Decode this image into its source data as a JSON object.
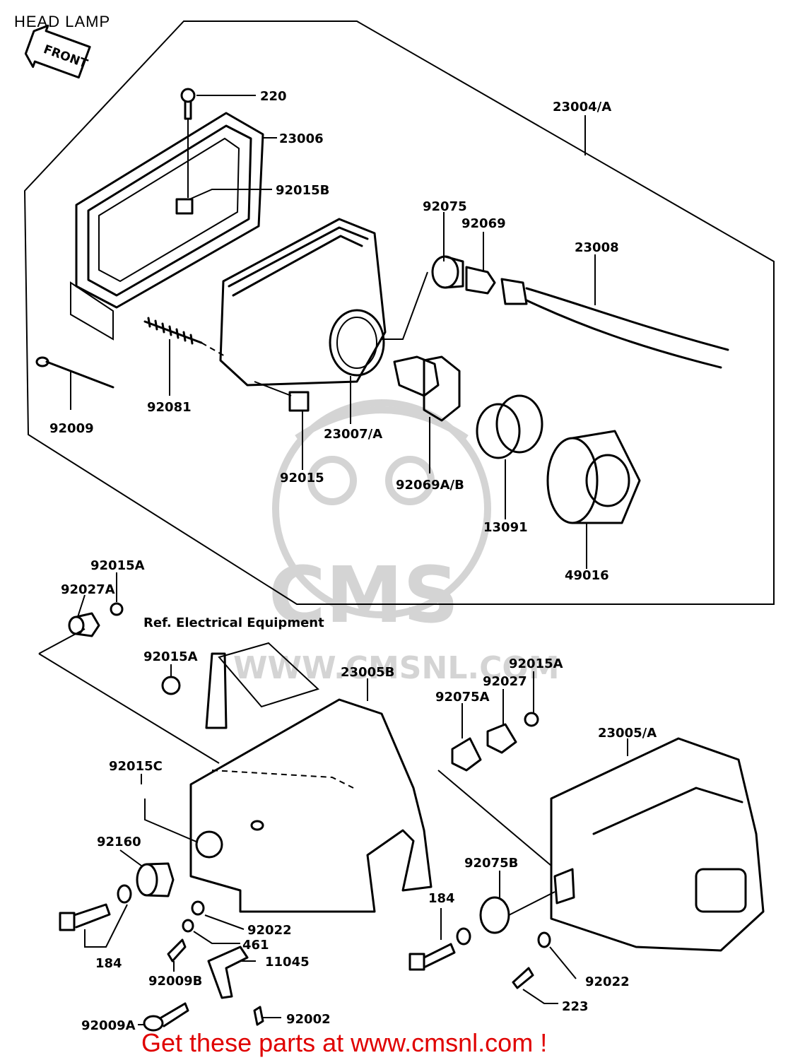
{
  "title": "HEAD LAMP",
  "front_arrow": "FRONT",
  "watermark": {
    "logo": "CMS",
    "url": "WWW.CMSNL.COM"
  },
  "reference_note": "Ref. Electrical Equipment",
  "footer": "Get these parts at www.cmsnl.com !",
  "part_labels": {
    "p220": "220",
    "p23006": "23006",
    "p92015B": "92015B",
    "p23004A": "23004/A",
    "p92075": "92075",
    "p92069": "92069",
    "p23008": "23008",
    "p92009": "92009",
    "p92081": "92081",
    "p23007A": "23007/A",
    "p92015": "92015",
    "p92069AB": "92069A/B",
    "p13091": "13091",
    "p49016": "49016",
    "p92015A_1": "92015A",
    "p92027A": "92027A",
    "p92015A_2": "92015A",
    "p23005B": "23005B",
    "p92015A_3": "92015A",
    "p92027": "92027",
    "p92075A": "92075A",
    "p23005A": "23005/A",
    "p92015C": "92015C",
    "p92160": "92160",
    "p92075B": "92075B",
    "p184_1": "184",
    "p184_2": "184",
    "p92022_1": "92022",
    "p461": "461",
    "p11045": "11045",
    "p92009B": "92009B",
    "p92022_2": "92022",
    "p223": "223",
    "p92002": "92002",
    "p92009A": "92009A"
  }
}
